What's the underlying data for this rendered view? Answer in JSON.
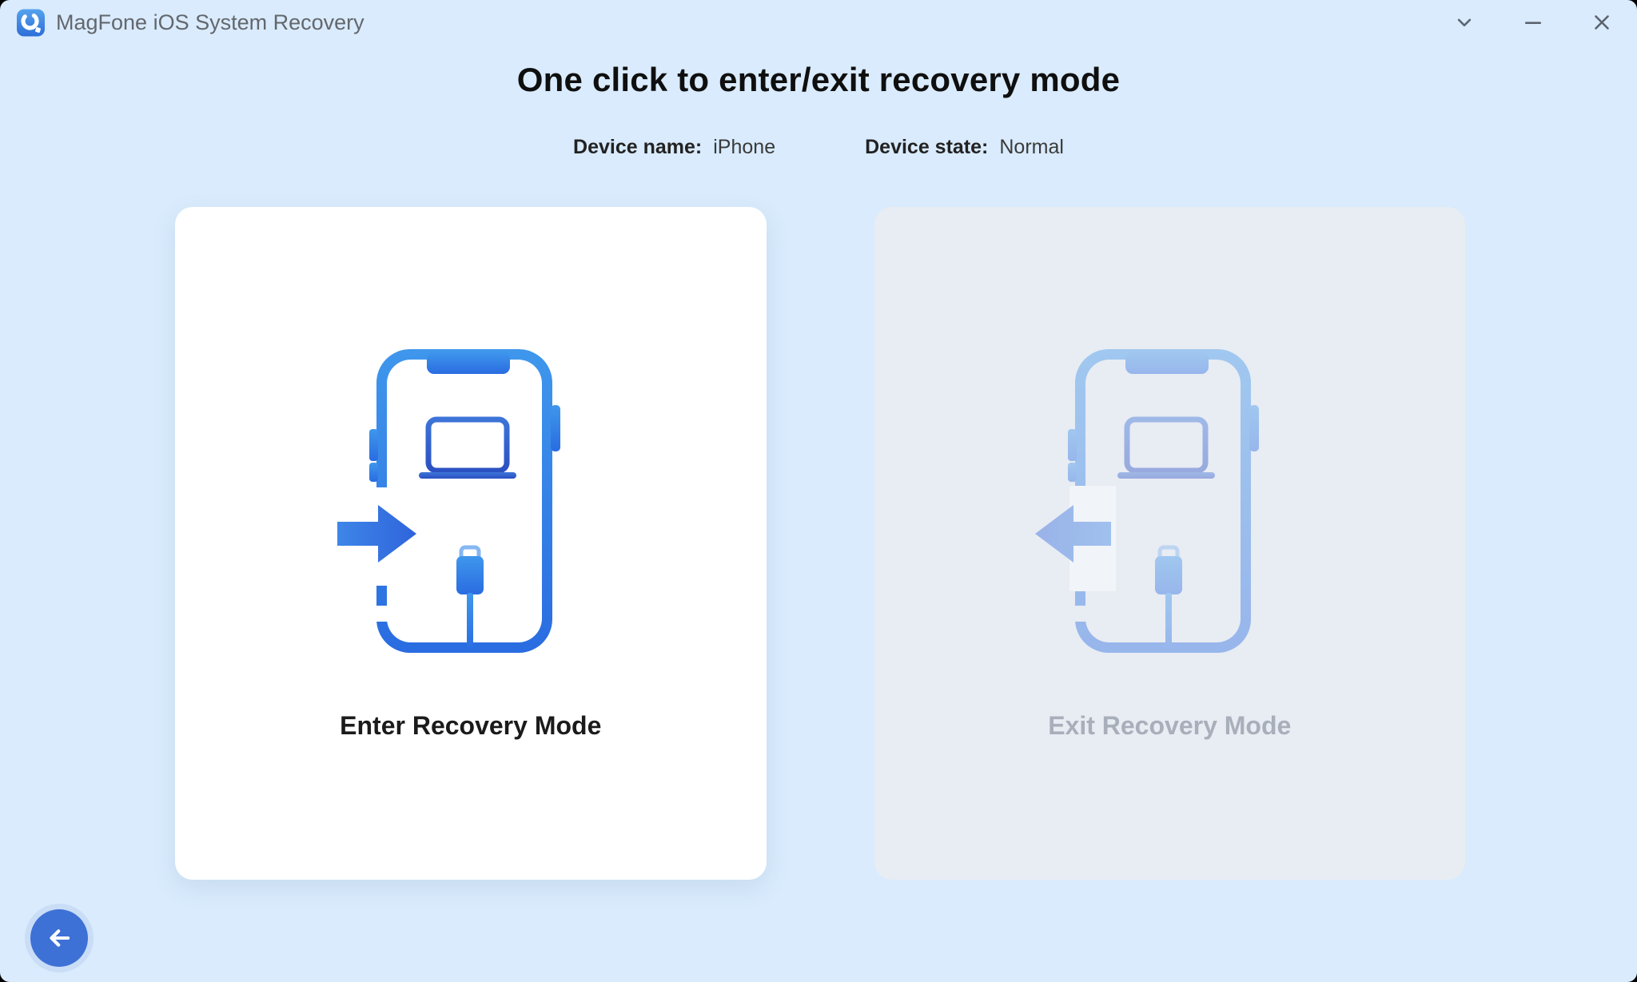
{
  "window": {
    "title": "MagFone iOS System Recovery",
    "logo_icon": "magfone-wrench-icon",
    "controls": {
      "dropdown_icon": "chevron-down-icon",
      "minimize_icon": "minimize-icon",
      "close_icon": "close-icon"
    }
  },
  "header": {
    "title": "One click to enter/exit recovery mode"
  },
  "device_info": {
    "name_label": "Device name:",
    "name_value": "iPhone",
    "state_label": "Device state:",
    "state_value": "Normal"
  },
  "cards": {
    "enter": {
      "label": "Enter Recovery Mode",
      "state": "enabled",
      "illustration": "phone-with-arrow-in-icon"
    },
    "exit": {
      "label": "Exit Recovery Mode",
      "state": "disabled",
      "illustration": "phone-with-arrow-out-icon"
    }
  },
  "footer": {
    "back_icon": "arrow-left-icon"
  },
  "colors": {
    "bg": "#D9EBFC",
    "card_enabled": "#FFFFFF",
    "card_disabled": "#E8ECF3",
    "titlebar_text": "#63676D",
    "heading_text": "#0F0F0F",
    "disabled_text": "#A9AFBA",
    "back_button": "#3E71D6",
    "phone_gradient_top": "#3F97EC",
    "phone_gradient_bottom": "#2A6CE1",
    "arrow_blue": "#336FE0",
    "laptop_blue": "#2F5CC8"
  }
}
